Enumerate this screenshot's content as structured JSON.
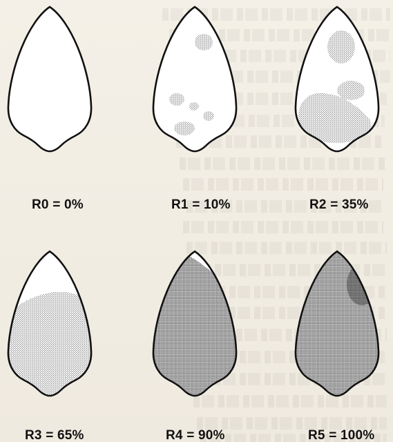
{
  "panels": [
    {
      "rating": "R0",
      "percent": "0%",
      "severity_fraction": 0.0
    },
    {
      "rating": "R1",
      "percent": "10%",
      "severity_fraction": 0.1
    },
    {
      "rating": "R2",
      "percent": "35%",
      "severity_fraction": 0.35
    },
    {
      "rating": "R3",
      "percent": "65%",
      "severity_fraction": 0.65
    },
    {
      "rating": "R4",
      "percent": "90%",
      "severity_fraction": 0.9
    },
    {
      "rating": "R5",
      "percent": "100%",
      "severity_fraction": 1.0
    }
  ],
  "separator": "=",
  "colors": {
    "leaf_outline": "#111111",
    "stipple": "#2a2a2a",
    "background": "#f3efe6"
  },
  "icons": [
    "leaf-outline-icon",
    "stipple-pattern"
  ]
}
